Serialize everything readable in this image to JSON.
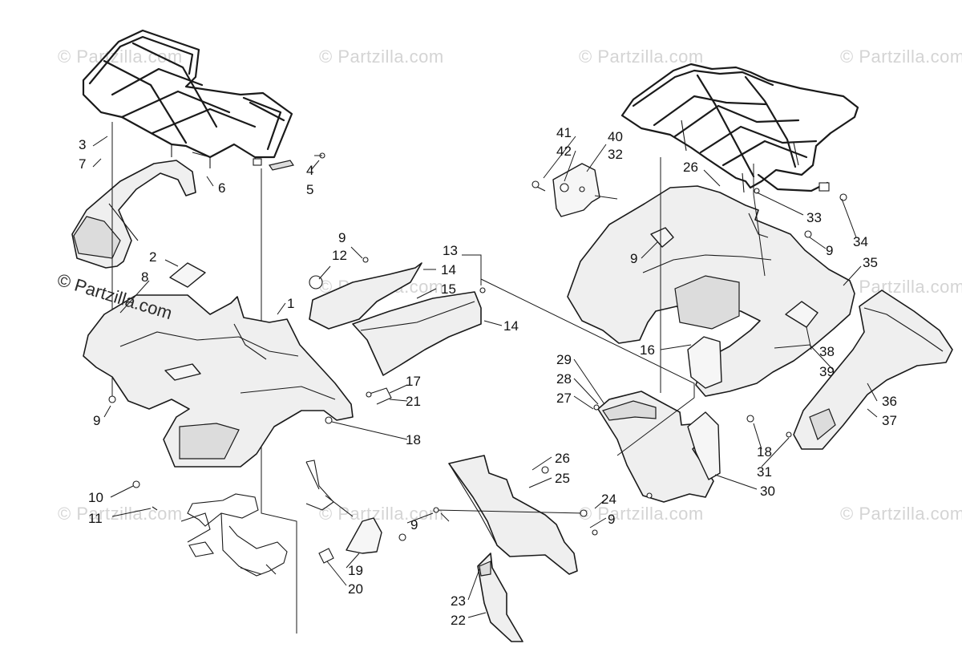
{
  "watermarks": {
    "faint": "© Partzilla.com",
    "prominent": "© Partzilla.com"
  },
  "callouts": {
    "c3": "3",
    "c7": "7",
    "c6": "6",
    "c4": "4",
    "c5": "5",
    "c2": "2",
    "c8": "8",
    "c1": "1",
    "c9a": "9",
    "c9b": "9",
    "c12": "12",
    "c13": "13",
    "c14a": "14",
    "c15": "15",
    "c14b": "14",
    "c17": "17",
    "c21": "21",
    "c18a": "18",
    "c10": "10",
    "c11": "11",
    "c19": "19",
    "c20": "20",
    "c9c": "9",
    "c41": "41",
    "c42": "42",
    "c40": "40",
    "c32": "32",
    "c26a": "26",
    "c33": "33",
    "c34": "34",
    "c9d": "9",
    "c9e": "9",
    "c35": "35",
    "c16": "16",
    "c38": "38",
    "c39": "39",
    "c29": "29",
    "c28": "28",
    "c27": "27",
    "c36": "36",
    "c37": "37",
    "c18b": "18",
    "c31": "31",
    "c30": "30",
    "c26b": "26",
    "c25": "25",
    "c24": "24",
    "c9f": "9",
    "c23": "23",
    "c22": "22"
  }
}
